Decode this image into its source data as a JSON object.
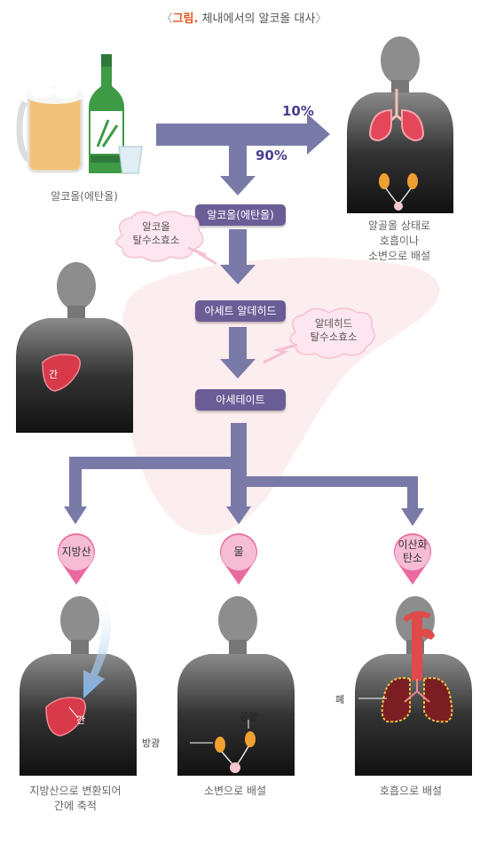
{
  "title": {
    "prefix": "〈",
    "label": "그림.",
    "text": "체내에서의 알코올 대사",
    "suffix": "〉"
  },
  "drinks": {
    "caption": "알코올(에탄올)"
  },
  "percentages": {
    "breath": "10%",
    "metabolized": "90%"
  },
  "body_top_right": {
    "caption": "알골올 상태로\n호흡이나\n소변으로 배설"
  },
  "steps": {
    "ethanol": "알코올(에탄올)",
    "acetaldehyde": "아세트 알데히드",
    "acetate": "아세테이트"
  },
  "enzymes": {
    "alcohol_dh": "알코올\n탈수소효소",
    "aldehyde_dh": "알데히드\n탈수소효소"
  },
  "liver_body": {
    "organ_label": "간"
  },
  "products": [
    {
      "label": "지방산",
      "caption": "지방산으로 변환되어\n간에 축적",
      "organ_label": "간"
    },
    {
      "label": "물",
      "caption": "소변으로 배설",
      "bladder_label": "방광",
      "kidney_label": "콩팥"
    },
    {
      "label": "이산화\n탄소",
      "caption": "호흡으로 배설",
      "lung_label": "폐"
    }
  ],
  "colors": {
    "arrow": "#7a7aa8",
    "pill": "#6a5d96",
    "drop": "#e85a92",
    "liver_bg": "#fbe9ea",
    "accent": "#e0531f"
  }
}
